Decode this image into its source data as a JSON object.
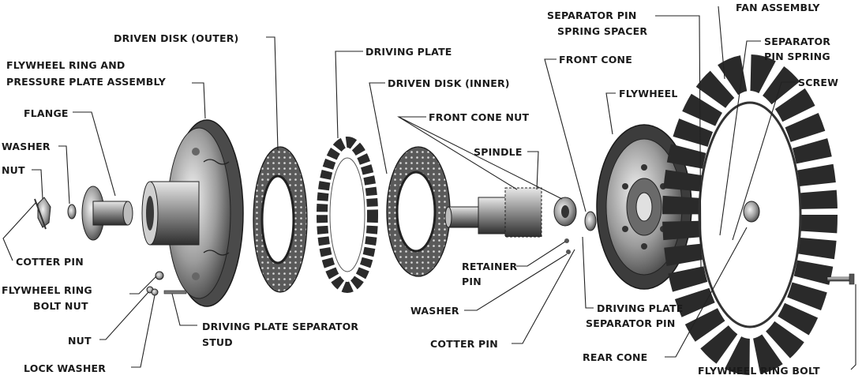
{
  "diagram": {
    "labels": {
      "nut": "NUT",
      "washer": "WASHER",
      "flange": "FLANGE",
      "flywheel_ring_line1": "FLYWHEEL RING AND",
      "flywheel_ring_line2": "PRESSURE PLATE ASSEMBLY",
      "driven_disk_outer": "DRIVEN DISK (OUTER)",
      "driving_plate": "DRIVING PLATE",
      "driven_disk_inner": "DRIVEN DISK (INNER)",
      "front_cone_nut": "FRONT CONE NUT",
      "spindle": "SPINDLE",
      "front_cone": "FRONT CONE",
      "separator_pin_spring_spacer_line1": "SEPARATOR PIN",
      "separator_pin_spring_spacer_line2": "SPRING SPACER",
      "fan_assembly": "FAN ASSEMBLY",
      "separator_pin_spring_line1": "SEPARATOR",
      "separator_pin_spring_line2": "PIN SPRING",
      "screw": "SCREW",
      "flywheel": "FLYWHEEL",
      "cotter_pin_left": "COTTER PIN",
      "flywheel_ring_bolt_nut_line1": "FLYWHEEL RING",
      "flywheel_ring_bolt_nut_line2": "BOLT NUT",
      "nut_lower": "NUT",
      "lock_washer": "LOCK WASHER",
      "driving_plate_separator_stud_line1": "DRIVING PLATE SEPARATOR",
      "driving_plate_separator_stud_line2": "STUD",
      "retainer_pin_line1": "RETAINER",
      "retainer_pin_line2": "PIN",
      "washer_lower": "WASHER",
      "cotter_pin_lower": "COTTER PIN",
      "driving_plate_separator_pin_line1": "DRIVING PLATE",
      "driving_plate_separator_pin_line2": "SEPARATOR PIN",
      "rear_cone": "REAR CONE",
      "flywheel_ring_bolt": "FLYWHEEL RING BOLT"
    }
  }
}
